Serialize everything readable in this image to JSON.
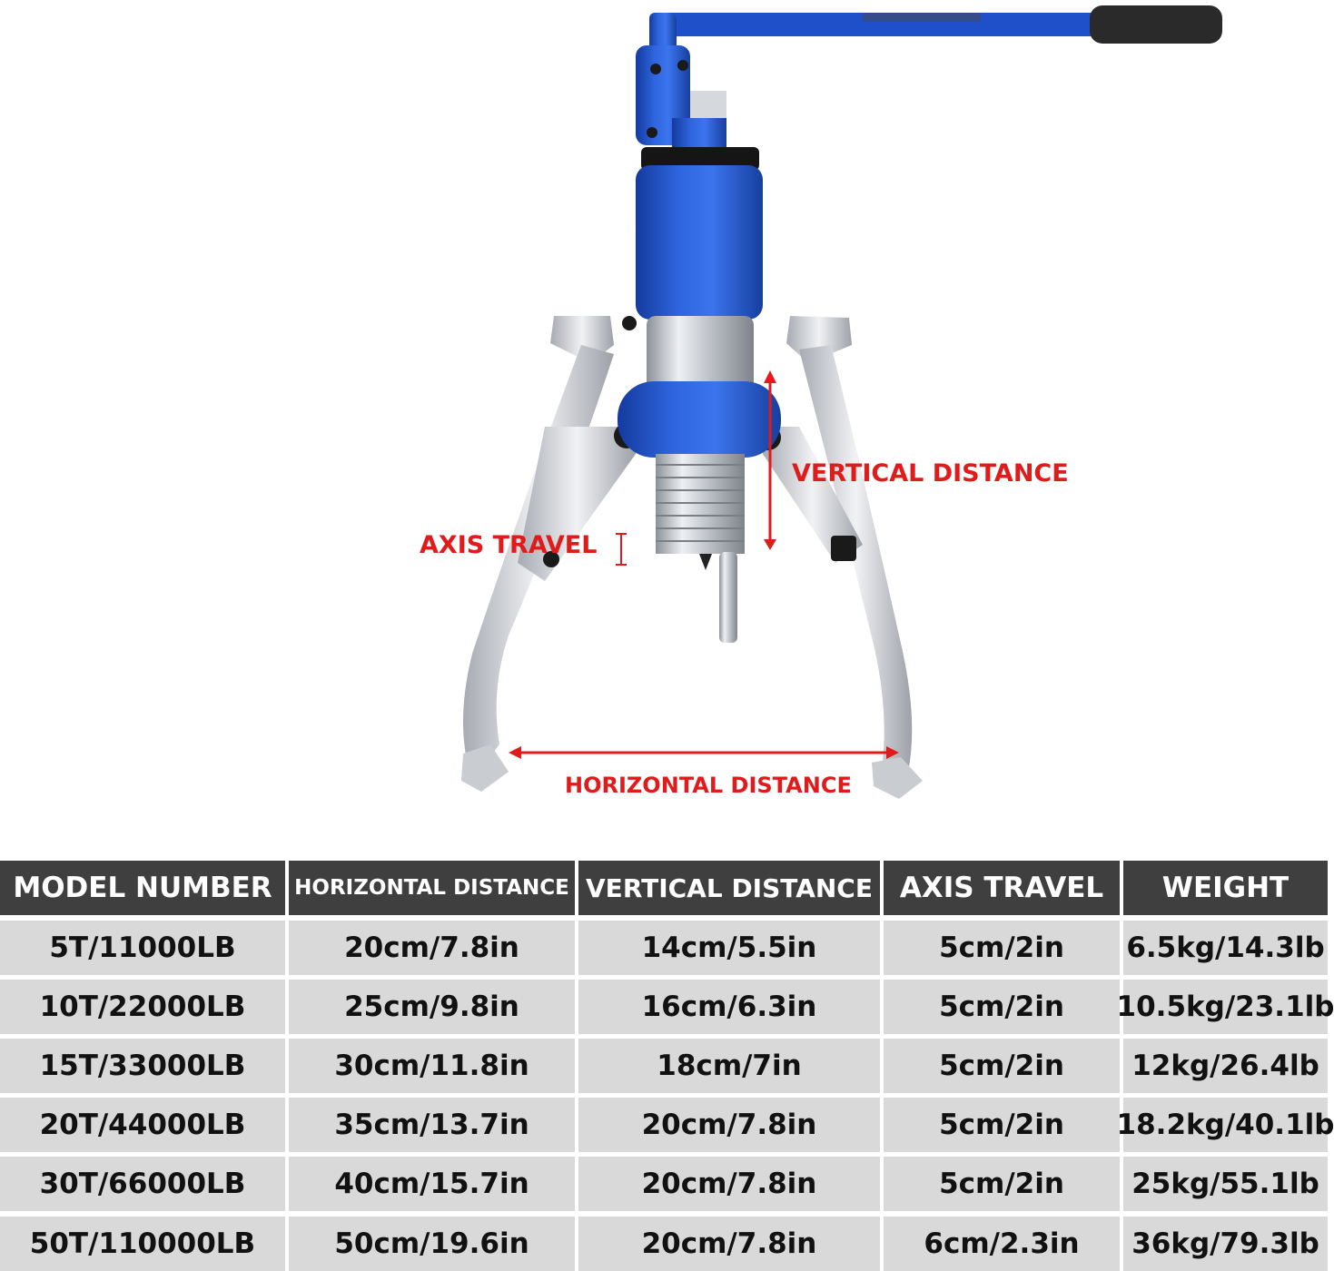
{
  "diagram": {
    "callouts": {
      "vertical": "VERTICAL DISTANCE",
      "axis": "AXIS TRAVEL",
      "horizontal": "HORIZONTAL DISTANCE"
    },
    "colors": {
      "tool_blue": "#1f4fc9",
      "steel": "#c9ccd1",
      "handle_grip": "#2a2a2a",
      "callout_red": "#e01b1b"
    }
  },
  "table": {
    "header_color": "#3f3f3f",
    "row_color": "#d9d9d9",
    "headers": [
      "MODEL NUMBER",
      "HORIZONTAL DISTANCE",
      "VERTICAL DISTANCE",
      "AXIS TRAVEL",
      "WEIGHT"
    ],
    "rows": [
      [
        "5T/11000LB",
        "20cm/7.8in",
        "14cm/5.5in",
        "5cm/2in",
        "6.5kg/14.3lb"
      ],
      [
        "10T/22000LB",
        "25cm/9.8in",
        "16cm/6.3in",
        "5cm/2in",
        "10.5kg/23.1lb"
      ],
      [
        "15T/33000LB",
        "30cm/11.8in",
        "18cm/7in",
        "5cm/2in",
        "12kg/26.4lb"
      ],
      [
        "20T/44000LB",
        "35cm/13.7in",
        "20cm/7.8in",
        "5cm/2in",
        "18.2kg/40.1lb"
      ],
      [
        "30T/66000LB",
        "40cm/15.7in",
        "20cm/7.8in",
        "5cm/2in",
        "25kg/55.1lb"
      ],
      [
        "50T/110000LB",
        "50cm/19.6in",
        "20cm/7.8in",
        "6cm/2.3in",
        "36kg/79.3lb"
      ]
    ]
  }
}
